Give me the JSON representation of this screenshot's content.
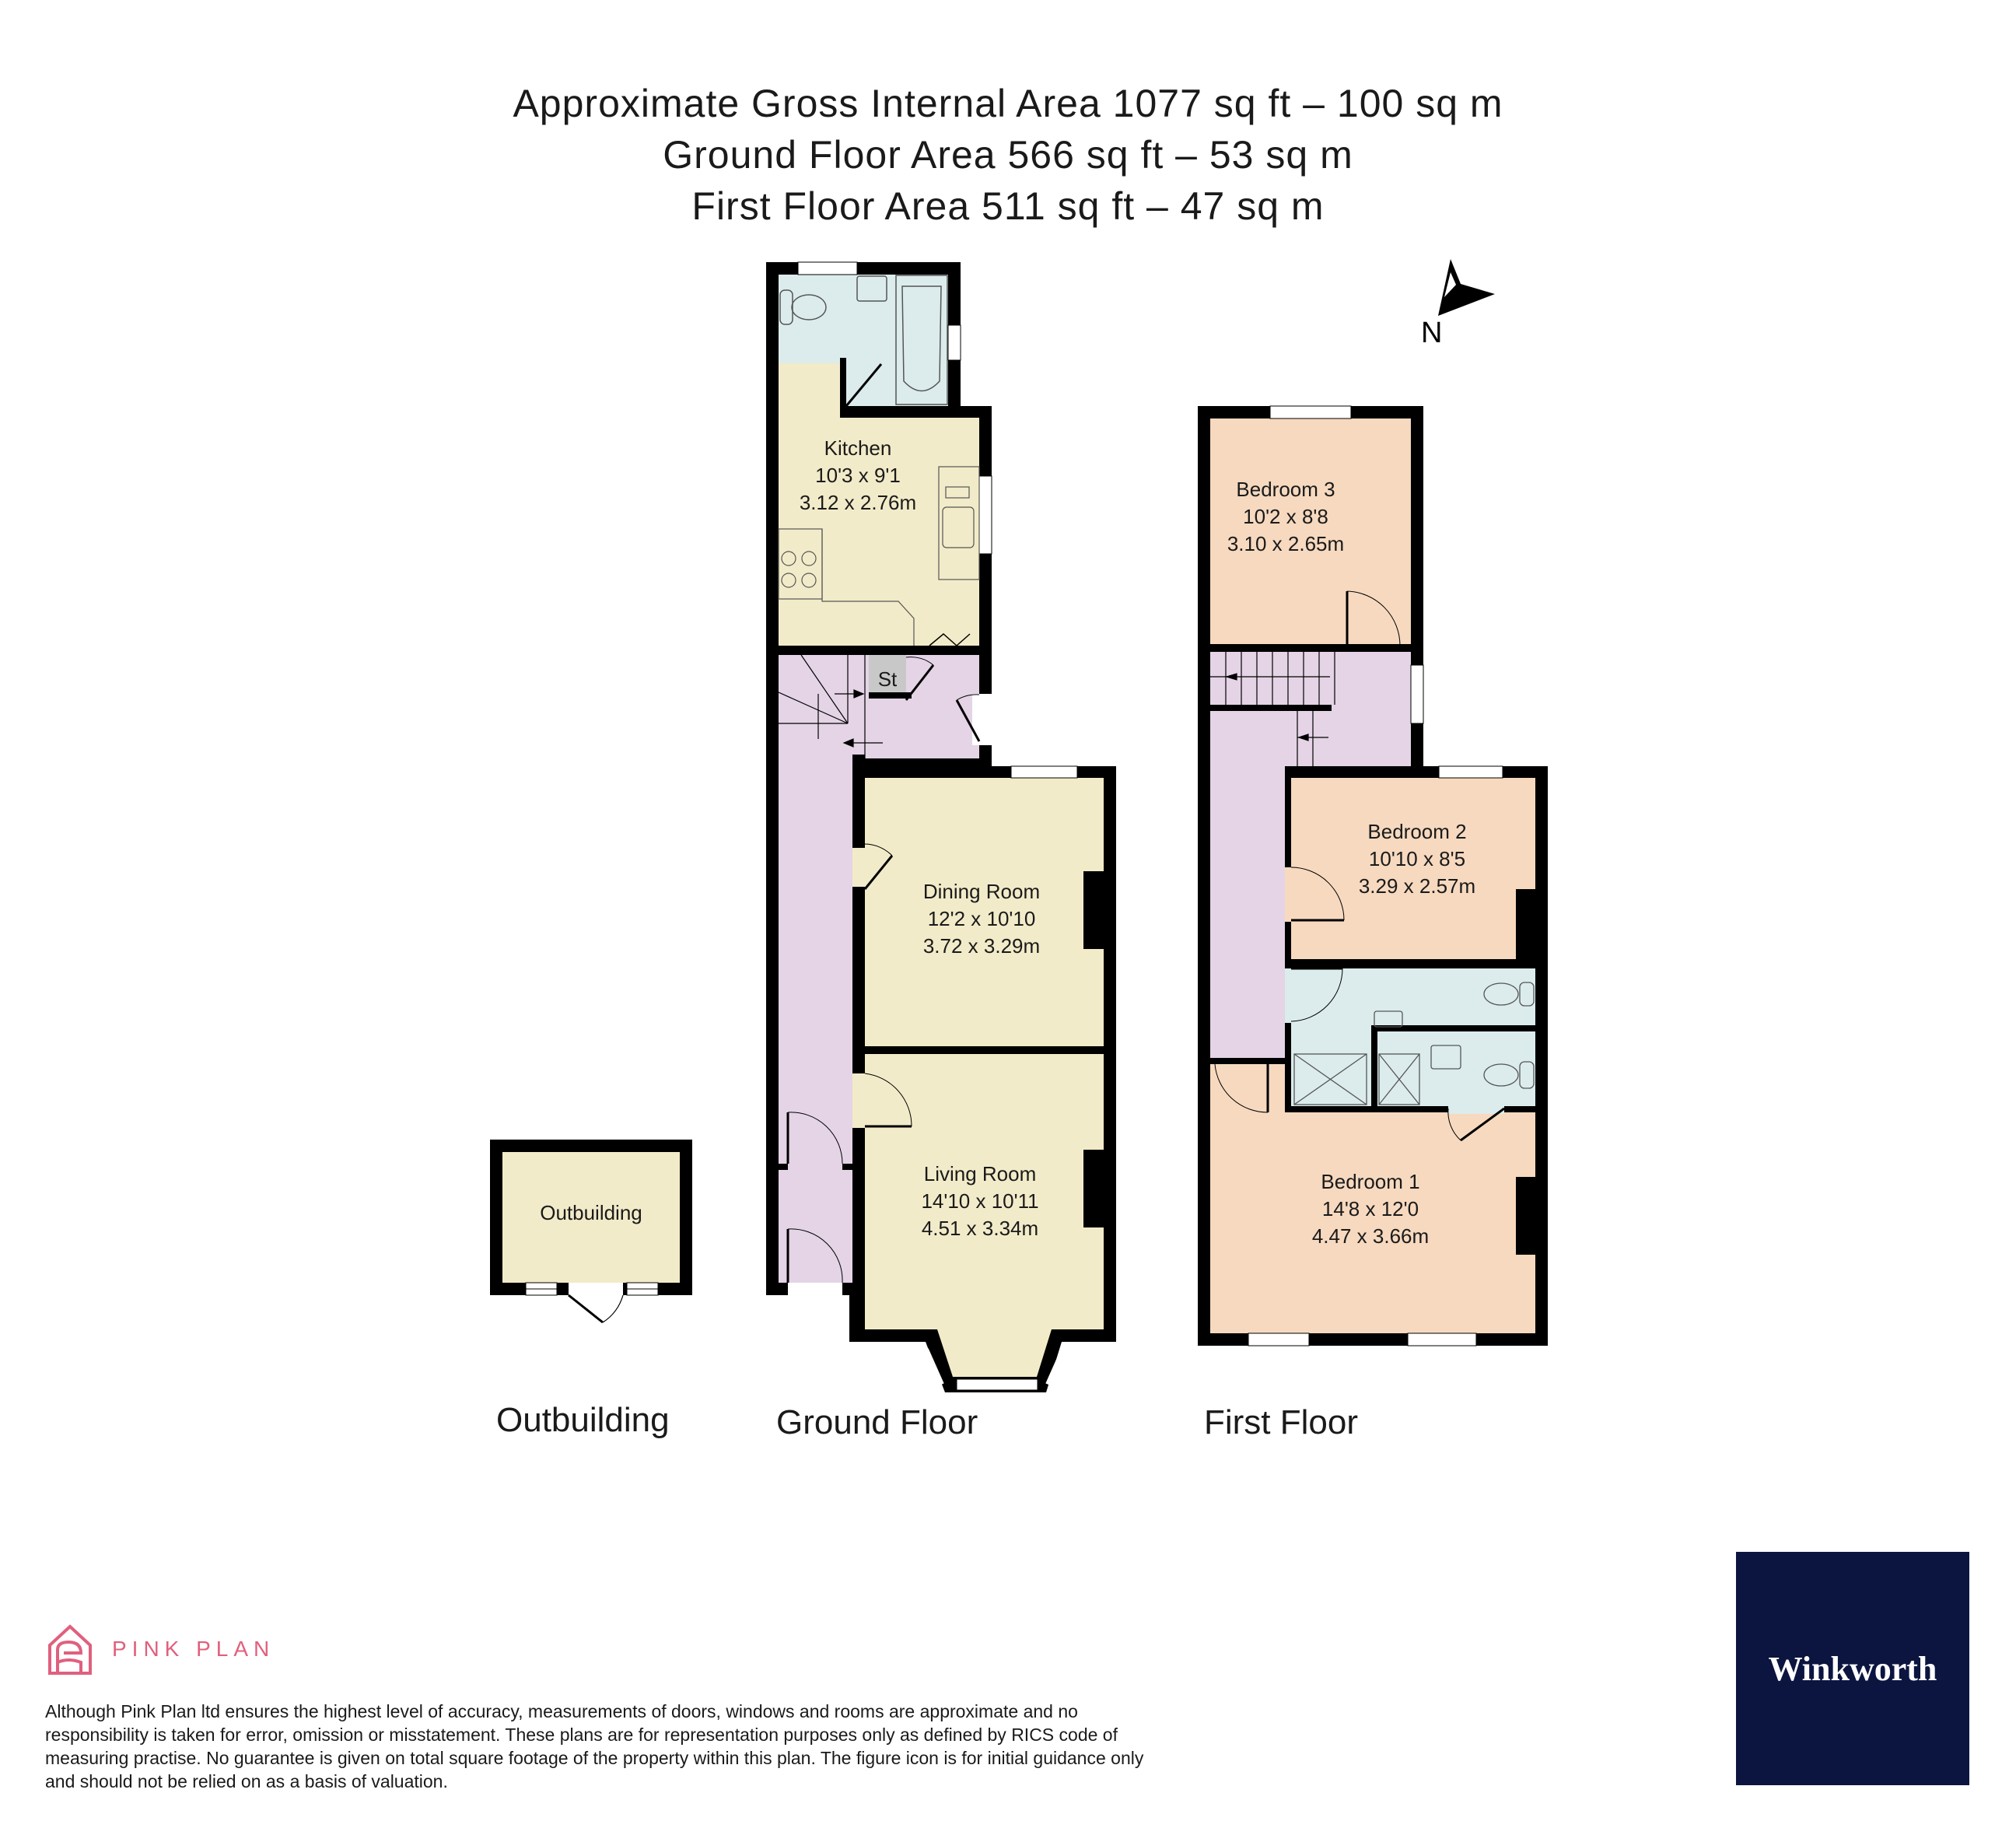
{
  "header": {
    "gross_area": "Approximate Gross Internal Area 1077 sq ft – 100 sq m",
    "ground_area": "Ground Floor Area 566 sq ft – 53 sq m",
    "first_area": "First Floor Area 511 sq ft – 47 sq m"
  },
  "compass": {
    "label": "N"
  },
  "colors": {
    "wall": "#000000",
    "living": "#f2ebc9",
    "hall": "#e4d4e6",
    "bedroom": "#f6d9bf",
    "bathroom": "#dcecec",
    "storage": "#c8c8c8",
    "brand_pink": "#e0607e",
    "brand_navy": "#0c1540"
  },
  "floors": {
    "outbuilding": {
      "label": "Outbuilding",
      "rooms": [
        {
          "name": "Outbuilding"
        }
      ]
    },
    "ground": {
      "label": "Ground Floor",
      "rooms": [
        {
          "name": "Kitchen",
          "imperial": "10'3 x 9'1",
          "metric": "3.12 x 2.76m"
        },
        {
          "name": "Dining Room",
          "imperial": "12'2 x 10'10",
          "metric": "3.72 x 3.29m"
        },
        {
          "name": "Living Room",
          "imperial": "14'10 x 10'11",
          "metric": "4.51 x 3.34m"
        },
        {
          "name": "St"
        }
      ]
    },
    "first": {
      "label": "First Floor",
      "rooms": [
        {
          "name": "Bedroom 3",
          "imperial": "10'2 x 8'8",
          "metric": "3.10 x 2.65m"
        },
        {
          "name": "Bedroom 2",
          "imperial": "10'10 x 8'5",
          "metric": "3.29 x 2.57m"
        },
        {
          "name": "Bedroom 1",
          "imperial": "14'8 x 12'0",
          "metric": "4.47 x 3.66m"
        }
      ]
    }
  },
  "footer": {
    "brand": "PINK PLAN",
    "disclaimer": "Although Pink Plan ltd ensures the highest level of accuracy, measurements of doors, windows and rooms are approximate and no responsibility is taken for error, omission or misstatement. These plans are for representation purposes only as defined by RICS code of measuring practise. No guarantee is given on total square footage of the property within this plan. The figure icon is for initial guidance only and should not be relied on as a basis of valuation.",
    "agent": "Winkworth"
  }
}
